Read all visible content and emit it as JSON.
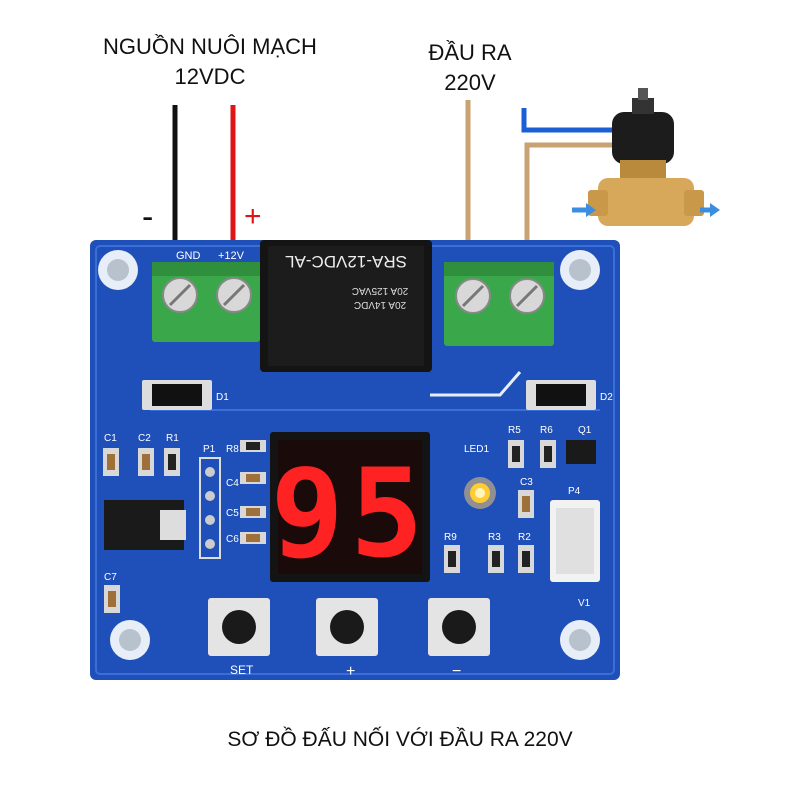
{
  "labels": {
    "power_title_line1": "NGUỒN NUÔI MẠCH",
    "power_title_line2": "12VDC",
    "output_title_line1": "ĐẦU RA",
    "output_title_line2": "220V",
    "minus_sign": "-",
    "plus_sign": "+",
    "caption": "SƠ ĐỒ ĐẤU NỐI VỚI ĐẦU RA 220V"
  },
  "board": {
    "gnd_label": "GND",
    "v12_label": "+12V",
    "relay_model": "SRA-12VDC-AL",
    "relay_rating1": "20A 14VDC",
    "relay_rating2": "20A 125VAC",
    "display_value": "95",
    "led_label": "LED1",
    "d1_label": "D1",
    "d2_label": "D2",
    "c1_label": "C1",
    "c2_label": "C2",
    "r1_label": "R1",
    "p1_label": "P1",
    "r8_label": "R8",
    "c4_label": "C4",
    "c5_label": "C5",
    "c6_label": "C6",
    "c7_label": "C7",
    "r5_label": "R5",
    "r6_label": "R6",
    "q1_label": "Q1",
    "c3_label": "C3",
    "p4_label": "P4",
    "r9_label": "R9",
    "r3_label": "R3",
    "r2_label": "R2",
    "v1_label": "V1",
    "btn_set_label": "SET",
    "btn_plus_label": "+",
    "btn_minus_label": "−"
  },
  "colors": {
    "pcb": "#1f4fb8",
    "terminal": "#3aa84a",
    "relay": "#111111",
    "display_digit": "#ff2222",
    "wire_black": "#111111",
    "wire_red": "#e01515",
    "wire_brown": "#c8a270",
    "wire_blue": "#1a5fd6",
    "valve_brass": "#d8a85a",
    "flow_arrow": "#3b8de0"
  }
}
